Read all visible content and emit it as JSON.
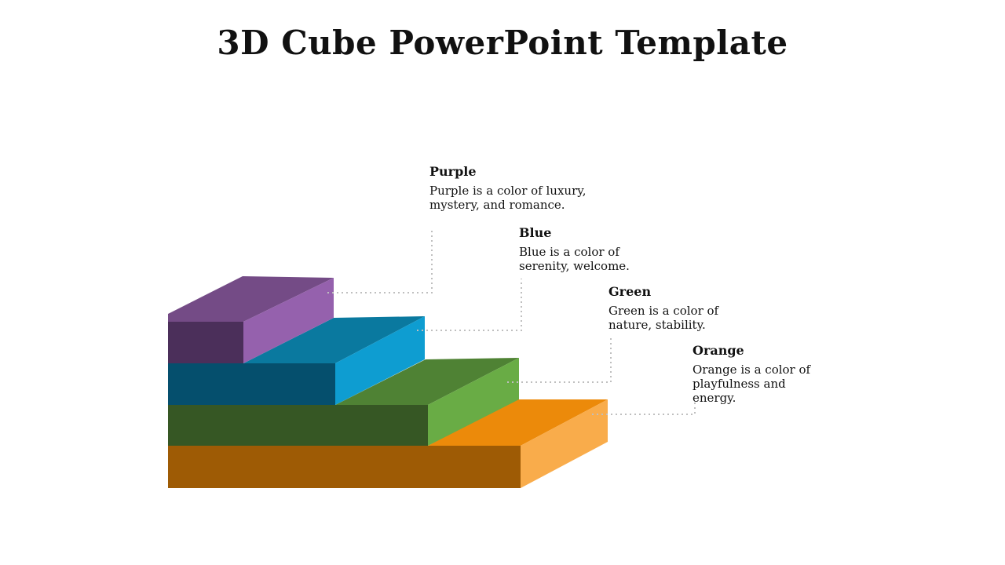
{
  "title": "3D Cube PowerPoint Template",
  "items": [
    {
      "heading": "Purple",
      "description": "Purple is a color of luxury, mystery, and romance.",
      "colors": {
        "top": "#744B86",
        "front": "#4B2F5A",
        "side": "#9561AD"
      }
    },
    {
      "heading": "Blue",
      "description": "Blue is a color of serenity, welcome.",
      "colors": {
        "top": "#0A799F",
        "front": "#054F6D",
        "side": "#0E9DD1"
      }
    },
    {
      "heading": "Green",
      "description": "Green is a color of nature, stability.",
      "colors": {
        "top": "#4F8234",
        "front": "#365724",
        "side": "#69AC45"
      }
    },
    {
      "heading": "Orange",
      "description": "Orange is a color of playfulness and energy.",
      "colors": {
        "top": "#EC8A0A",
        "front": "#9E5B05",
        "side": "#F9AC4B"
      }
    }
  ],
  "connector_color": "#BFBFBF"
}
